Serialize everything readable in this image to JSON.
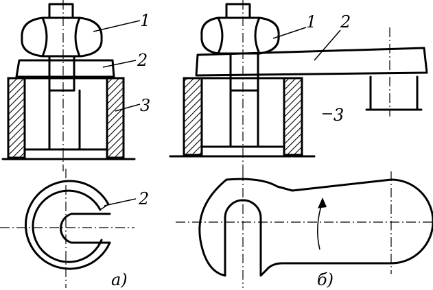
{
  "labels": {
    "a_nut": "1",
    "a_washer": "2",
    "a_sleeve": "3",
    "a_washer_plan": "2",
    "a_caption": "а)",
    "b_nut": "1",
    "b_washer": "2",
    "b_sleeve": "3",
    "b_caption": "б)"
  },
  "colors": {
    "ink": "#000000",
    "paper": "#ffffff"
  }
}
